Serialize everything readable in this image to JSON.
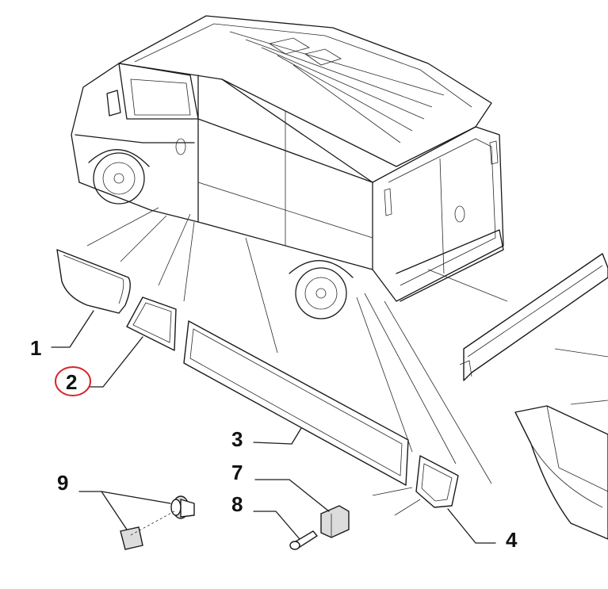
{
  "diagram": {
    "callouts": [
      {
        "id": "1",
        "label": "1",
        "highlighted": false
      },
      {
        "id": "2",
        "label": "2",
        "highlighted": true
      },
      {
        "id": "3",
        "label": "3",
        "highlighted": false
      },
      {
        "id": "4",
        "label": "4",
        "highlighted": false
      },
      {
        "id": "7",
        "label": "7",
        "highlighted": false
      },
      {
        "id": "8",
        "label": "8",
        "highlighted": false
      },
      {
        "id": "9",
        "label": "9",
        "highlighted": false
      }
    ],
    "highlight_color": "#d9242b",
    "line_color": "#1a1a1a"
  }
}
